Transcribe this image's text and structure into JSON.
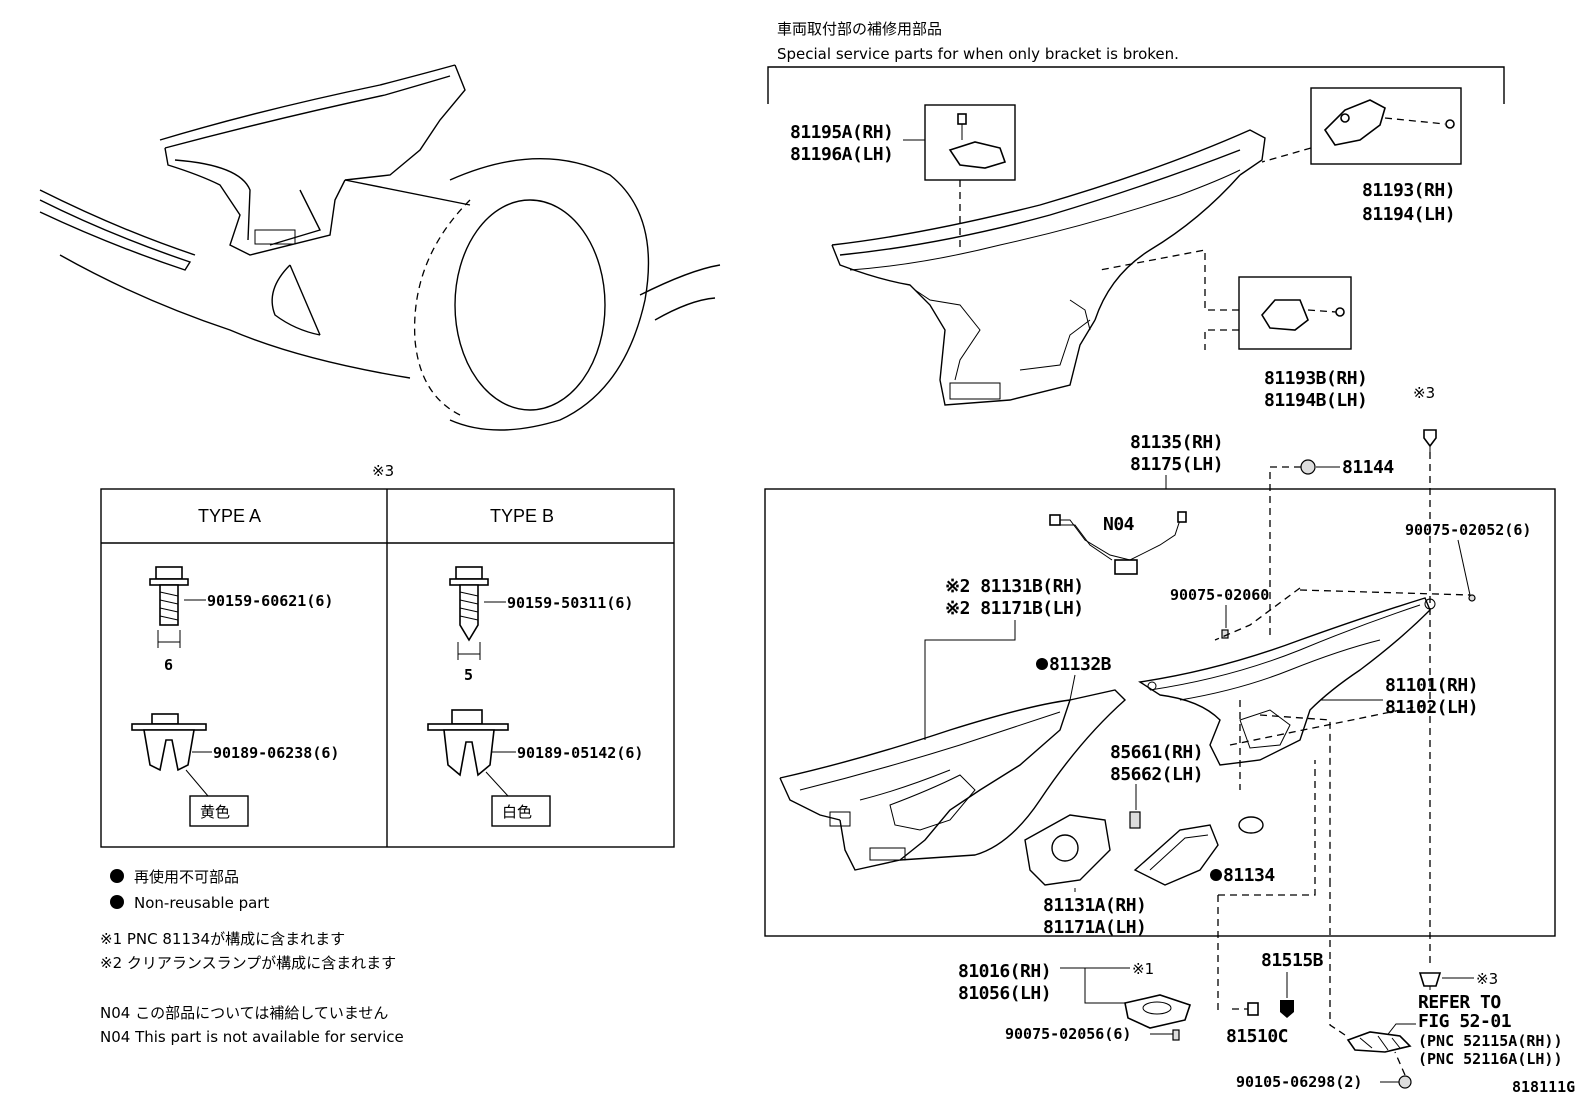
{
  "header": {
    "title_jp": "車両取付部の補修用部品",
    "title_en": "Special service parts for when only bracket is broken."
  },
  "fastener_table": {
    "ref_mark": "※3",
    "type_a": {
      "heading": "TYPE A",
      "bolt_part": "90159-60621(6)",
      "bolt_dim": "6",
      "clip_part": "90189-06238(6)",
      "clip_color": "黄色"
    },
    "type_b": {
      "heading": "TYPE B",
      "bolt_part": "90159-50311(6)",
      "bolt_dim": "5",
      "clip_part": "90189-05142(6)",
      "clip_color": "白色"
    }
  },
  "legend": {
    "nonreusable_jp": "再使用不可部品",
    "nonreusable_en": "Non-reusable part",
    "note1": "※1 PNC 81134が構成に含まれます",
    "note2": "※2 クリアランスランプが構成に含まれます",
    "n04_jp": "N04 この部品については補給していません",
    "n04_en": "N04 This part is not available for service"
  },
  "callouts": {
    "p81195a": "81195A(RH)",
    "p81196a": "81196A(LH)",
    "p81193": "81193(RH)",
    "p81194": "81194(LH)",
    "p81193b": "81193B(RH)",
    "p81194b": "81194B(LH)",
    "ref3_top": "※3",
    "p81135": "81135(RH)",
    "p81175": "81175(LH)",
    "p81144": "81144",
    "n04": "N04",
    "p90075_02052": "90075-02052(6)",
    "p90075_02060": "90075-02060",
    "p81131b": "※2 81131B(RH)",
    "p81171b": "※2 81171B(LH)",
    "p81132b": "81132B",
    "p81101": "81101(RH)",
    "p81102": "81102(LH)",
    "p85661": "85661(RH)",
    "p85662": "85662(LH)",
    "p81134": "81134",
    "p81131a": "81131A(RH)",
    "p81171a": "81171A(LH)",
    "p81016": "81016(RH)",
    "p81056": "81056(LH)",
    "ref1": "※1",
    "p81515b": "81515B",
    "ref3_bottom": "※3",
    "refer_to": "REFER TO",
    "fig": "FIG 52-01",
    "pnc_rh": "(PNC 52115A(RH))",
    "pnc_lh": "(PNC 52116A(LH))",
    "p90075_02056": "90075-02056(6)",
    "p81510c": "81510C",
    "p90105_06298": "90105-06298(2)",
    "diagram_id": "818111G"
  }
}
